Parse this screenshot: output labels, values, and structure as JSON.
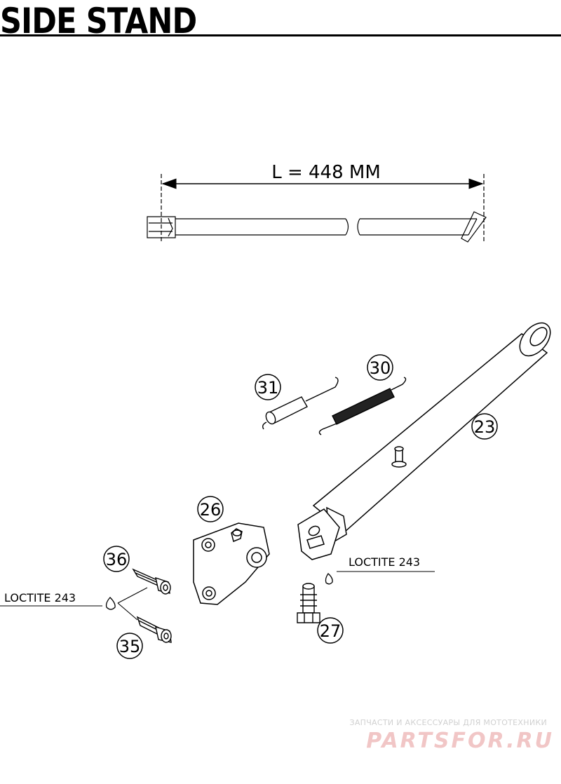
{
  "title": "SIDE STAND",
  "dimension_label": "L = 448 MM",
  "callouts": {
    "p23": "23",
    "p26": "26",
    "p27": "27",
    "p30": "30",
    "p31": "31",
    "p35": "35",
    "p36": "36"
  },
  "loctite": {
    "left": "LOCTITE 243",
    "right": "LOCTITE 243"
  },
  "watermark": {
    "tagline": "ЗАПЧАСТИ И АКСЕССУАРЫ ДЛЯ МОТОТЕХНИКИ",
    "brand": "PARTSFOR.RU"
  },
  "colors": {
    "line": "#000000",
    "background": "#ffffff",
    "watermark_brand": "#f1c6c6",
    "watermark_tagline": "#d0d0d0"
  }
}
